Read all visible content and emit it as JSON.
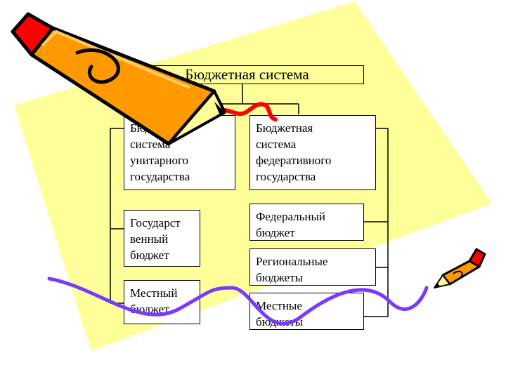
{
  "diagram": {
    "title": "Бюджетная система",
    "left": {
      "header": "Бюджетная\nсистема\nунитарного\nгосударства",
      "items": [
        "Государст\nвенный\nбюджет",
        "Местный\nбюджет"
      ]
    },
    "right": {
      "header": "Бюджетная\nсистема\nфедеративного\nгосударства",
      "items": [
        "Федеральный\nбюджет",
        "Региональные\nбюджеты",
        "Местные\nбюджеты"
      ]
    }
  },
  "colors": {
    "background_shape": "#ffff99",
    "pencil_body": "#ff9900",
    "pencil_tip_band": "#ff0000",
    "wave_line": "#7b39ff",
    "red_squiggle": "#ff0000"
  },
  "icons": [
    "pencil-large-icon",
    "pencil-small-icon"
  ]
}
